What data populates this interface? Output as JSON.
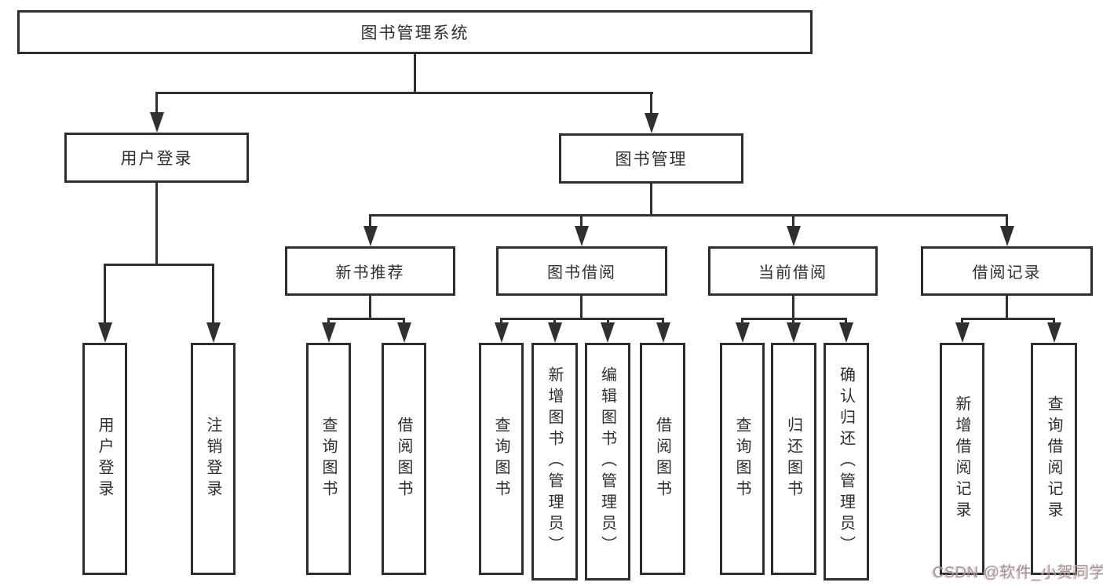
{
  "diagram_title": "图书管理系统",
  "tree": {
    "label": "图书管理系统",
    "children": [
      {
        "label": "用户登录",
        "children": [
          {
            "label": "用户登录"
          },
          {
            "label": "注销登录"
          }
        ]
      },
      {
        "label": "图书管理",
        "children": [
          {
            "label": "新书推荐",
            "children": [
              {
                "label": "查询图书"
              },
              {
                "label": "借阅图书"
              }
            ]
          },
          {
            "label": "图书借阅",
            "children": [
              {
                "label": "查询图书"
              },
              {
                "label": "新增图书（管理员）"
              },
              {
                "label": "编辑图书（管理员）"
              },
              {
                "label": "借阅图书"
              }
            ]
          },
          {
            "label": "当前借阅",
            "children": [
              {
                "label": "查询图书"
              },
              {
                "label": "归还图书"
              },
              {
                "label": "确认归还（管理员）"
              }
            ]
          },
          {
            "label": "借阅记录",
            "children": [
              {
                "label": "新增借阅记录"
              },
              {
                "label": "查询借阅记录"
              }
            ]
          }
        ]
      }
    ]
  },
  "watermark": {
    "text": "CSDN @软件_小贺同学"
  },
  "colors": {
    "line": "#303030",
    "box_border": "#2e2e2e",
    "box_bg": "#ffffff",
    "text": "#2e2e2e",
    "watermark": "#9b9b9b"
  }
}
